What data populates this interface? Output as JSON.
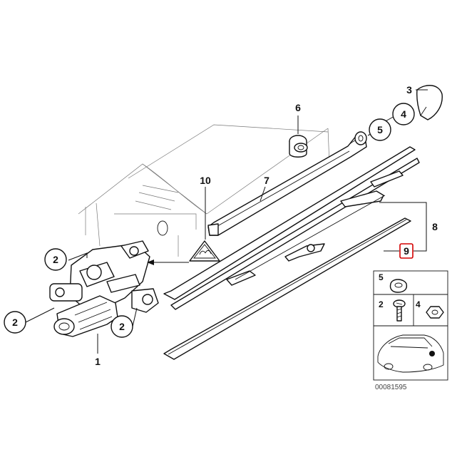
{
  "diagram": {
    "callouts": {
      "c1": "1",
      "c2a": "2",
      "c2b": "2",
      "c2c": "2",
      "c3": "3",
      "c4": "4",
      "c5": "5",
      "c6": "6",
      "c7": "7",
      "c8": "8",
      "c9": "9",
      "c10": "10"
    },
    "legend": {
      "l5": "5",
      "l2": "2",
      "l4": "4"
    },
    "document_id": "00081595",
    "highlight_color": "#d40000"
  }
}
